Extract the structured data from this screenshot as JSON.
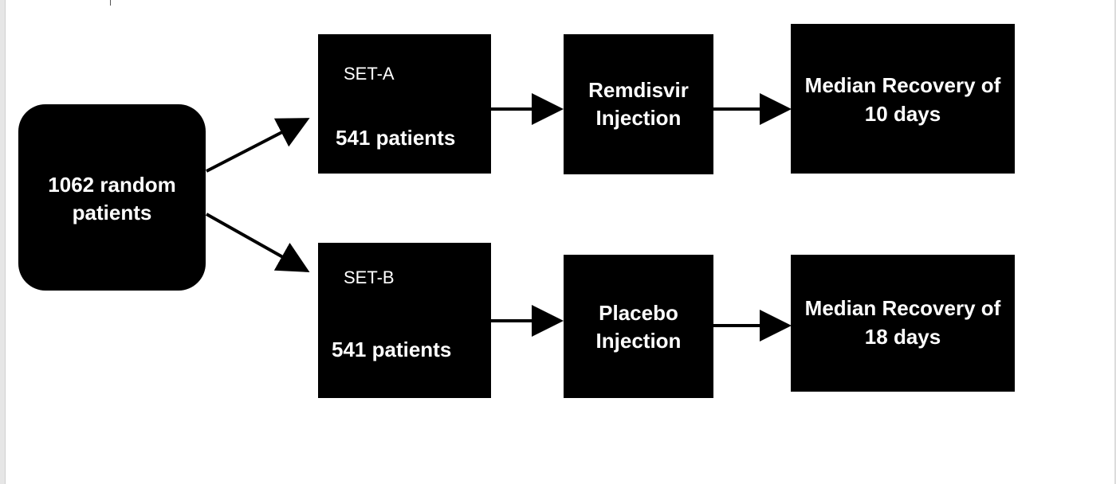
{
  "diagram": {
    "source": {
      "line1": "1062 random",
      "line2": "patients"
    },
    "set_a": {
      "label": "SET-A",
      "patients": "541 patients"
    },
    "set_b": {
      "label": "SET-B",
      "patients": "541 patients"
    },
    "treatment_a": {
      "line1": "Remdisvir",
      "line2": "Injection"
    },
    "treatment_b": {
      "line1": "Placebo",
      "line2": "Injection"
    },
    "outcome_a": {
      "line1": "Median Recovery of",
      "line2": "10 days"
    },
    "outcome_b": {
      "line1": "Median Recovery of",
      "line2": "18 days"
    }
  },
  "colors": {
    "box_fill": "#000000",
    "box_text": "#ffffff",
    "arrow": "#000000",
    "background": "#ffffff"
  }
}
